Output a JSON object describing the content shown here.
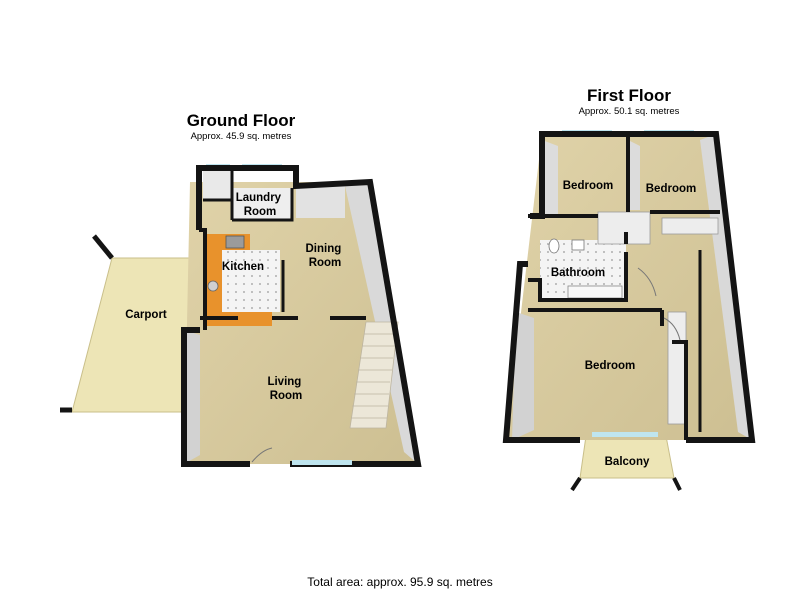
{
  "ground_floor": {
    "title": "Ground Floor",
    "area": "Approx. 45.9 sq. metres",
    "rooms": {
      "laundry": [
        "Laundry",
        "Room"
      ],
      "kitchen": [
        "Kitchen"
      ],
      "dining": [
        "Dining",
        "Room"
      ],
      "living": [
        "Living",
        "Room"
      ],
      "carport": [
        "Carport"
      ]
    }
  },
  "first_floor": {
    "title": "First Floor",
    "area": "Approx. 50.1 sq. metres",
    "rooms": {
      "bedroom_1": [
        "Bedroom"
      ],
      "bedroom_2": [
        "Bedroom"
      ],
      "bathroom": [
        "Bathroom"
      ],
      "bedroom_3": [
        "Bedroom"
      ],
      "balcony": [
        "Balcony"
      ]
    }
  },
  "total_area": "Total area: approx. 95.9 sq. metres",
  "colors": {
    "wall": "#141414",
    "wall_face": "#d4d4d4",
    "carpet": "#d8ca9e",
    "carport": "#ede5b6",
    "kitchen_counter": "#e8922c",
    "tile_floor": "#f2f2f2",
    "window_glass": "#bfe5ef"
  }
}
